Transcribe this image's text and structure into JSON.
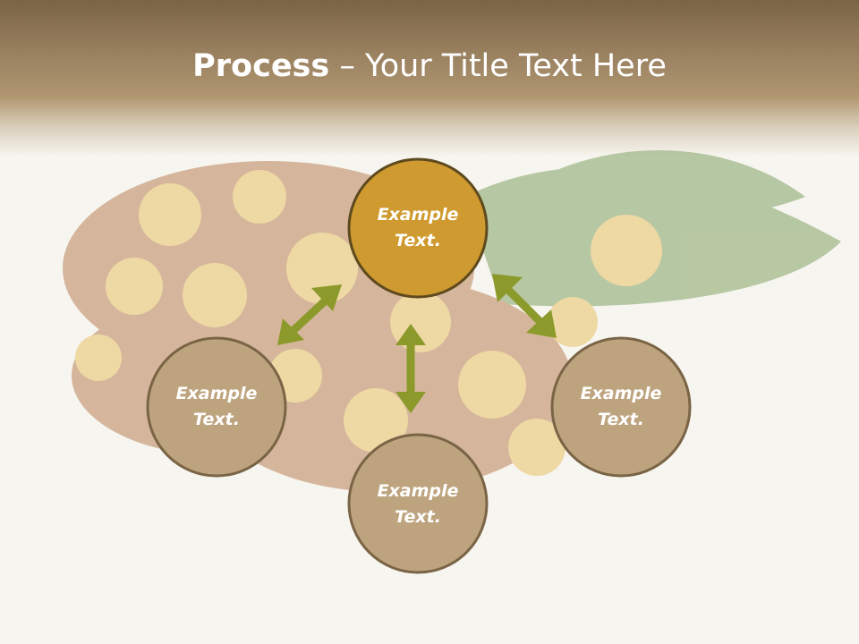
{
  "title": {
    "bold": "Process",
    "rest": " – Your Title Text Here"
  },
  "nodes": [
    {
      "id": "top",
      "label_line1": "Example",
      "label_line2": "Text.",
      "fill": "#cf9a2f",
      "stroke": "#5e4a1e"
    },
    {
      "id": "left",
      "label_line1": "Example",
      "label_line2": "Text.",
      "fill": "#bea47e",
      "stroke": "#7a6446"
    },
    {
      "id": "bottom",
      "label_line1": "Example",
      "label_line2": "Text.",
      "fill": "#bea47e",
      "stroke": "#7a6446"
    },
    {
      "id": "right",
      "label_line1": "Example",
      "label_line2": "Text.",
      "fill": "#bea47e",
      "stroke": "#7a6446"
    }
  ],
  "colors": {
    "arrow": "#8b9a2a",
    "header_dark": "#7a6446",
    "flower_yellow": "#e3b13a",
    "leaf_green": "#5f8a3a"
  },
  "icons": [
    "double-arrow-icon"
  ]
}
